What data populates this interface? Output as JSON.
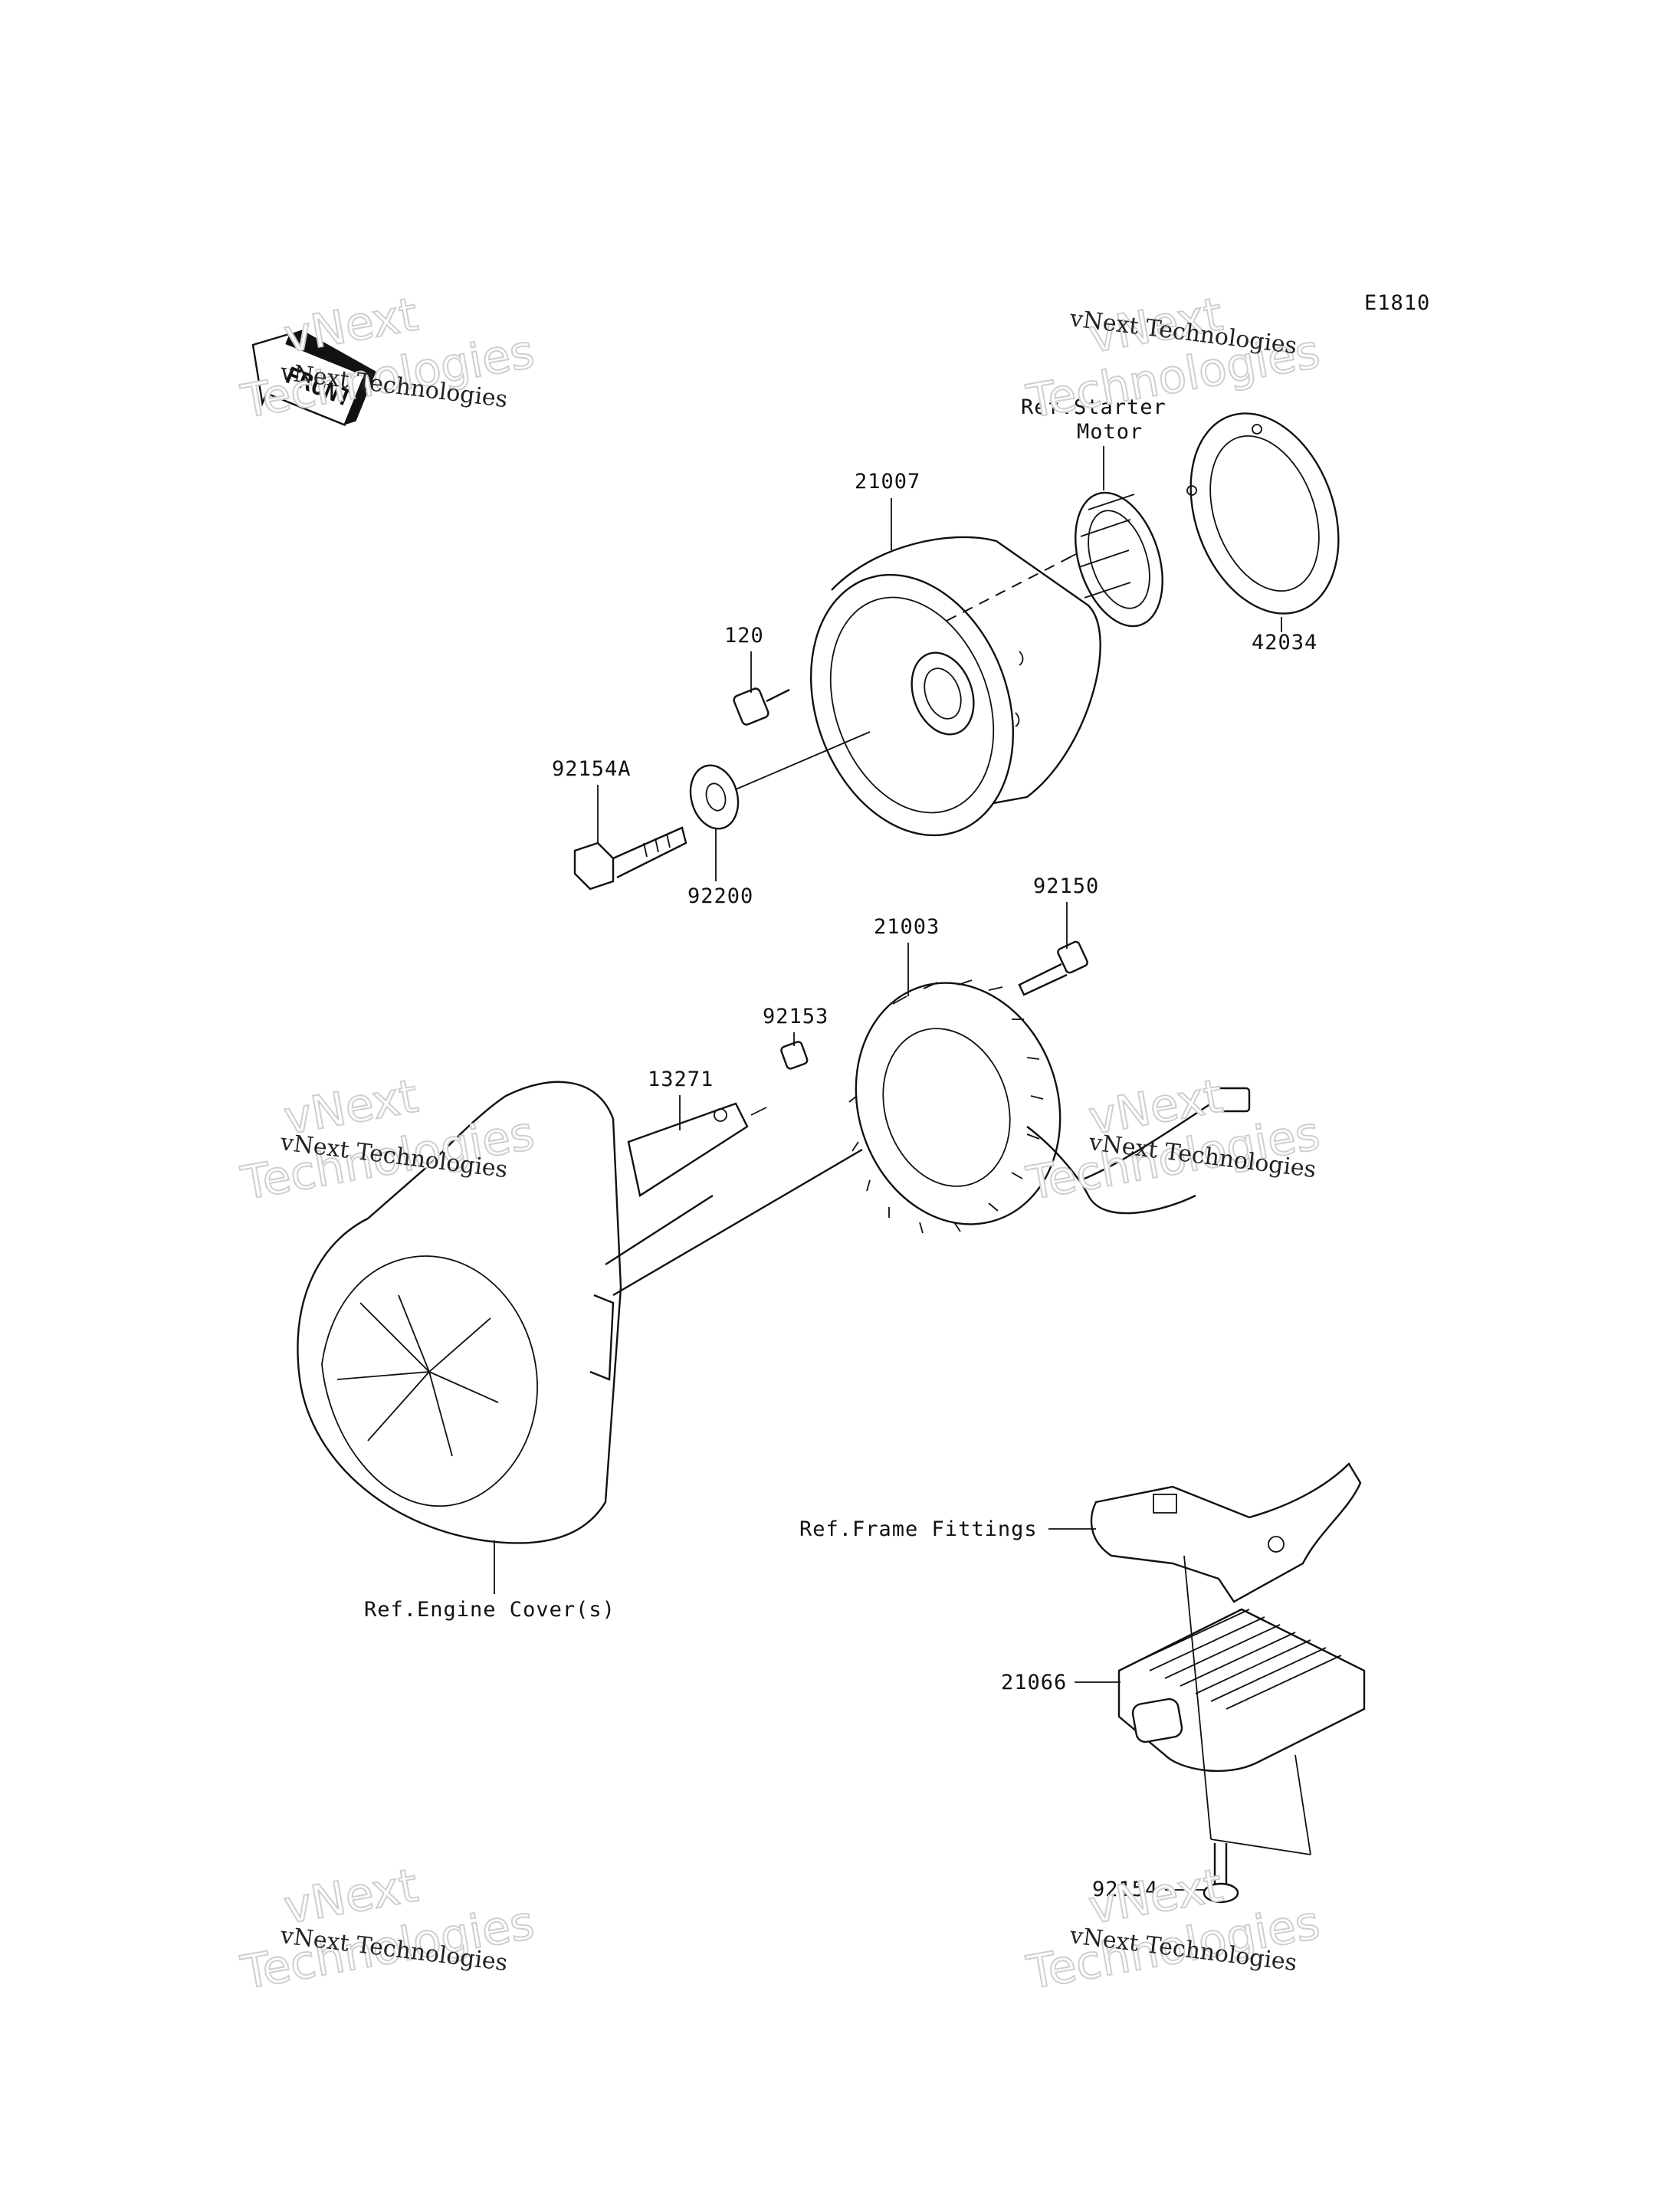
{
  "diagram": {
    "code": "E1810",
    "front_label": "FRONT",
    "parts": [
      {
        "id": "21007"
      },
      {
        "id": "120"
      },
      {
        "id": "92154A"
      },
      {
        "id": "92200"
      },
      {
        "id": "42034"
      },
      {
        "id": "21003"
      },
      {
        "id": "92150"
      },
      {
        "id": "92153"
      },
      {
        "id": "13271"
      },
      {
        "id": "21066"
      },
      {
        "id": "92154"
      }
    ],
    "references": {
      "starter_motor_line1": "Ref.Starter",
      "starter_motor_line2": "Motor",
      "engine_cover": "Ref.Engine Cover(s)",
      "frame_fittings": "Ref.Frame Fittings"
    }
  },
  "watermark": {
    "small": "vNext Technologies",
    "big_line1": "vNext",
    "big_line2": "Technologies"
  }
}
